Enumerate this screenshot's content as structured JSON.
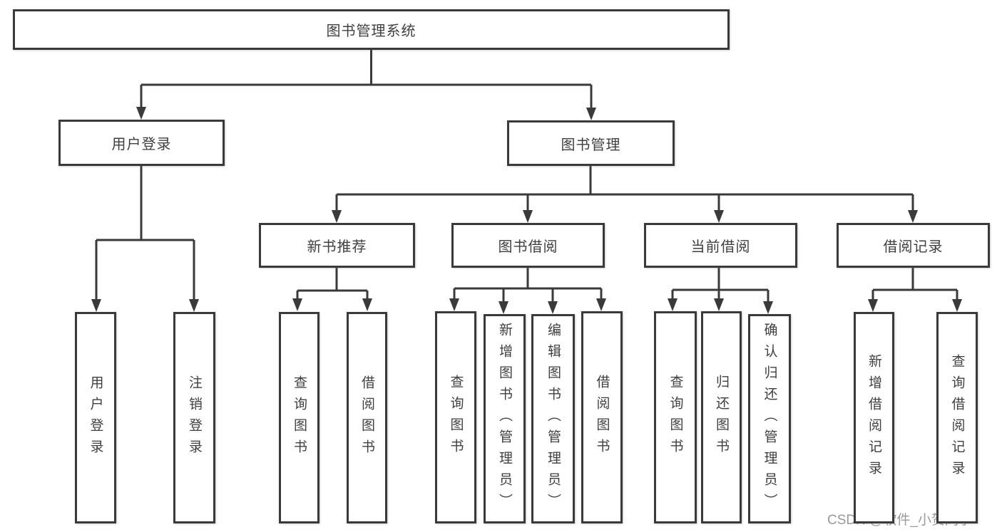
{
  "diagram": {
    "title": "图书管理系统",
    "user_branch": {
      "label": "用户登录",
      "children": [
        "用户登录",
        "注销登录"
      ]
    },
    "mgmt_branch": {
      "label": "图书管理",
      "sections": [
        {
          "label": "新书推荐",
          "children": [
            "查询图书",
            "借阅图书"
          ]
        },
        {
          "label": "图书借阅",
          "children": [
            "查询图书",
            "新增图书（管理员）",
            "编辑图书（管理员）",
            "借阅图书"
          ]
        },
        {
          "label": "当前借阅",
          "children": [
            "查询图书",
            "归还图书",
            "确认归还（管理员）"
          ]
        },
        {
          "label": "借阅记录",
          "children": [
            "新增借阅记录",
            "查询借阅记录"
          ]
        }
      ]
    },
    "watermark": "CSDN @软件_小贺同学",
    "colors": {
      "line": "#3a3a3a",
      "text": "#3f3f3f",
      "watermark": "#9a9a9a",
      "background": "#ffffff"
    }
  }
}
